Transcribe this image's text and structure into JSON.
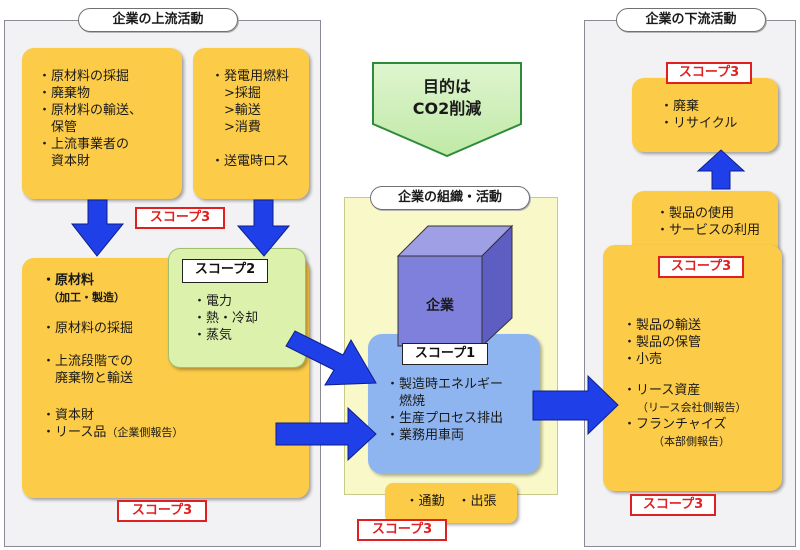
{
  "upstream": {
    "title": "企業の上流活動",
    "box1_lines": [
      "・原材料の採掘",
      "・廃棄物",
      "・原材料の輸送、",
      "　保管",
      "・上流事業者の",
      "　資本財"
    ],
    "box2_lines": [
      "・発電用燃料",
      "　>採掘",
      "　>輸送",
      "　>消費",
      "",
      "・送電時ロス"
    ],
    "scope3_mid": "スコープ3",
    "big_box": {
      "item1_main": "・原材料",
      "item1_sub": "（加工・製造）",
      "item2": "・原材料の採掘",
      "item3_line1": "・上流段階での",
      "item3_line2": "　廃棄物と輸送",
      "item4": "・資本財",
      "item5_main": "・リース品",
      "item5_sub": "（企業側報告）"
    },
    "scope3_bottom": "スコープ3"
  },
  "scope2": {
    "label": "スコープ2",
    "lines": [
      "・電力",
      "・熱・冷却",
      "・蒸気"
    ]
  },
  "goal": {
    "line1": "目的は",
    "line2": "CO2削減"
  },
  "org": {
    "title": "企業の組織・活動",
    "company_label": "企業",
    "scope1_label": "スコープ1",
    "scope1_lines": [
      "・製造時エネルギー",
      "　燃焼",
      "・生産プロセス排出",
      "・業務用車両"
    ],
    "commute_text": "・通勤　・出張",
    "scope3_label": "スコープ3"
  },
  "downstream": {
    "title": "企業の下流活動",
    "scope3_top": "スコープ3",
    "top_lines": [
      "・廃棄",
      "・リサイクル"
    ],
    "use_lines": [
      "・製品の使用",
      "・サービスの利用"
    ],
    "scope3_mid": "スコープ3",
    "big_box": {
      "item1": "・製品の輸送",
      "item2": "・製品の保管",
      "item3": "・小売",
      "item4": "・リース資産",
      "item4_sub": "（リース会社側報告）",
      "item5": "・フランチャイズ",
      "item5_sub": "（本部側報告）"
    },
    "scope3_bottom": "スコープ3"
  },
  "colors": {
    "accent_blue_arrow": "#1f3fe8",
    "scope_red": "#e02020",
    "box_yellow": "#fccb47",
    "cube_front": "#7f7fdc"
  }
}
